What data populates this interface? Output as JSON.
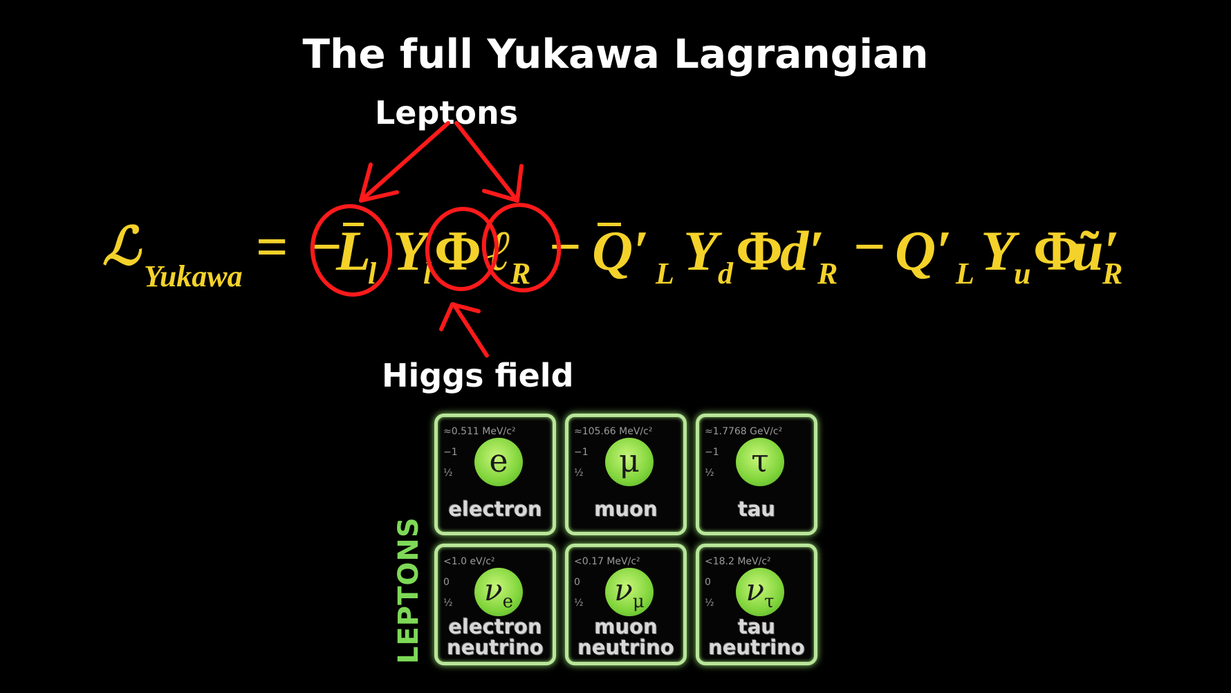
{
  "slide": {
    "title": "The full Yukawa Lagrangian",
    "annotation_top": "Leptons",
    "annotation_bottom": "Higgs field"
  },
  "equation": {
    "lhs": "ℒ",
    "lhs_sub": "Yukawa",
    "equals": "=",
    "minus": "−",
    "terms": [
      {
        "field1": "L",
        "sub1": "l",
        "coupling": "Y",
        "coupling_sub": "l",
        "higgs": "Φ",
        "field2": "ℓ",
        "sub2": "R"
      },
      {
        "field1": "Q′",
        "sub1": "L",
        "coupling": "Y",
        "coupling_sub": "d",
        "higgs": "Φ",
        "field2": "d′",
        "sub2": "R"
      },
      {
        "field1": "Q′",
        "sub1": "L",
        "coupling": "Y",
        "coupling_sub": "u",
        "higgs": "Φ̃",
        "field2": "u′",
        "sub2": "R"
      }
    ]
  },
  "leptons_label": "LEPTONS",
  "particles": [
    {
      "mass": "≈0.511 MeV/c²",
      "charge": "−1",
      "spin": "½",
      "symbol": "e",
      "sub": "",
      "name": [
        "electron"
      ]
    },
    {
      "mass": "≈105.66 MeV/c²",
      "charge": "−1",
      "spin": "½",
      "symbol": "μ",
      "sub": "",
      "name": [
        "muon"
      ]
    },
    {
      "mass": "≈1.7768 GeV/c²",
      "charge": "−1",
      "spin": "½",
      "symbol": "τ",
      "sub": "",
      "name": [
        "tau"
      ]
    },
    {
      "mass": "<1.0 eV/c²",
      "charge": "0",
      "spin": "½",
      "symbol": "ν",
      "sub": "e",
      "name": [
        "electron",
        "neutrino"
      ]
    },
    {
      "mass": "<0.17 MeV/c²",
      "charge": "0",
      "spin": "½",
      "symbol": "ν",
      "sub": "μ",
      "name": [
        "muon",
        "neutrino"
      ]
    },
    {
      "mass": "<18.2 MeV/c²",
      "charge": "0",
      "spin": "½",
      "symbol": "ν",
      "sub": "τ",
      "name": [
        "tau",
        "neutrino"
      ]
    }
  ],
  "colors": {
    "background": "#000000",
    "equation": "#f4d22a",
    "annotation": "#ff1a1a",
    "card_border": "#b9e69a",
    "particle": "#7fd43a",
    "leptons_label": "#7ed957"
  }
}
